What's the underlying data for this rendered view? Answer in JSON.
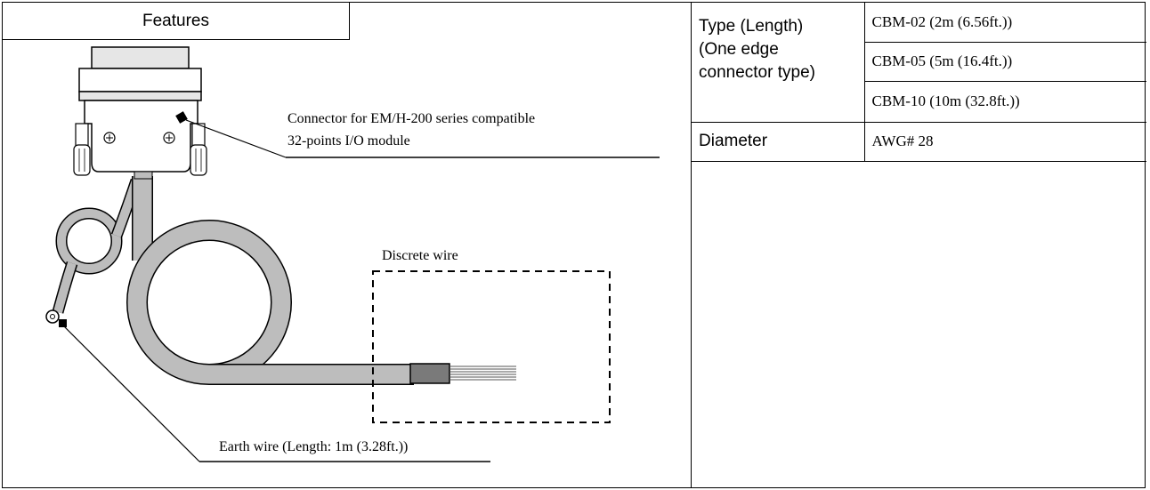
{
  "features": {
    "title": "Features"
  },
  "drawing": {
    "connector_label_line1": "Connector for EM/H-200 series compatible",
    "connector_label_line2": "32-points I/O module",
    "discrete_label": "Discrete wire",
    "earth_label": "Earth wire (Length: 1m (3.28ft.))"
  },
  "spec": {
    "type_label_line1": "Type (Length)",
    "type_label_line2": "(One edge",
    "type_label_line3": "connector type)",
    "types": [
      "CBM-02 (2m (6.56ft.))",
      "CBM-05 (5m (16.4ft.))",
      "CBM-10 (10m (32.8ft.))"
    ],
    "diameter_label": "Diameter",
    "diameter_value": "AWG# 28"
  }
}
